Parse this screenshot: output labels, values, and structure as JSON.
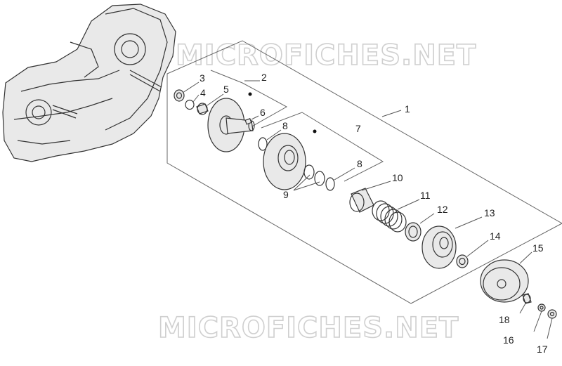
{
  "watermark": {
    "top": "MICROFICHES.NET",
    "bottom": "MICROFICHES.NET"
  },
  "callouts": [
    "1",
    "2",
    "3",
    "4",
    "5",
    "6",
    "7",
    "8",
    "8",
    "9",
    "10",
    "11",
    "12",
    "13",
    "14",
    "15",
    "16",
    "17",
    "18"
  ]
}
